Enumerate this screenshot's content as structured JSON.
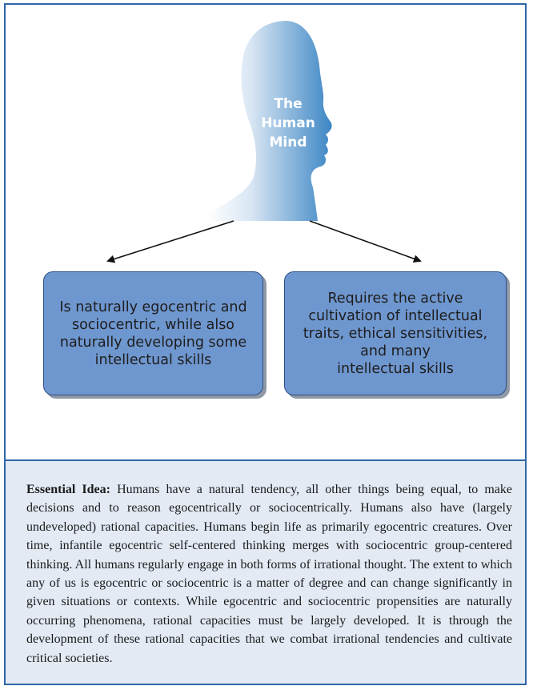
{
  "head": {
    "label_lines": [
      "The",
      "Human",
      "Mind"
    ],
    "gradient_colors": [
      "#ffffff",
      "#d9e6f4",
      "#3c86c4"
    ]
  },
  "boxes": {
    "left": "Is naturally egocentric and sociocentric, while also naturally developing some intellectual skills",
    "right_lines": [
      "Requires the active",
      "cultivation of intellectual",
      "traits, ethical sensitivities,",
      "and many",
      "intellectual skills"
    ]
  },
  "essential_idea": {
    "lead": "Essential Idea:",
    "text": "Humans have a natural tendency, all other things being equal, to make decisions and to reason egocentrically or sociocentrically. Humans also have (largely undeveloped) rational capacities. Humans begin life as primarily egocentric creatures. Over time, infantile egocentric self-centered thinking merges with sociocentric group-centered thinking. All humans regularly engage in both forms of irrational thought. The extent to which any of us is egocentric or sociocentric is a matter of degree and can change significantly in given situations or contexts. While egocentric and sociocentric propensities are naturally occurring phenomena, rational capacities must be largely developed. It is through the development of these rational capacities that we combat irrational tendencies and cultivate critical societies."
  },
  "colors": {
    "border": "#2f66a8",
    "box_fill": "#6f97cf",
    "box_border": "#2c4f86",
    "panel_fill": "#e3eaf4"
  }
}
